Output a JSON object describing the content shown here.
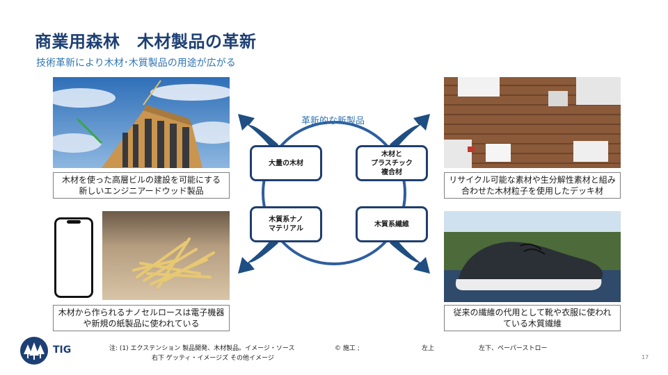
{
  "header": {
    "title": "商業用森林　木材製品の革新",
    "subtitle": "技術革新により木材･木質製品の用途が広がる"
  },
  "center": {
    "label": "革新的な新製品",
    "nodes": [
      {
        "text": "大量の木材"
      },
      {
        "text": "木材と\nプラスチック\n複合材"
      },
      {
        "text": "木質系ナノ\nマテリアル"
      },
      {
        "text": "木質系繊維"
      }
    ]
  },
  "panels": {
    "top_left": {
      "caption": "木材を使った高層ビルの建設を可能にする\n新しいエンジニアードウッド製品"
    },
    "top_right": {
      "caption": "リサイクル可能な素材や生分解性素材と組み\n合わせた木材粒子を使用したデッキ材"
    },
    "bottom_left": {
      "caption": "木材から作られるナノセルロースは電子機器\nや新規の紙製品に使われている"
    },
    "bottom_right": {
      "caption": "従来の繊維の代用として靴や衣服に使われ\nている木質繊維"
    }
  },
  "footer": {
    "logo_text": "TIG",
    "note_line1": "注: (1) エクステンション 製品開発、木材製品。イメージ・ソース",
    "note_credit": "© 施工 ;",
    "note_top_right": "左上",
    "note_bottom_left": "左下、ペーパーストロー",
    "note_line2": "右下  ゲッティ・イメージズ その他イメージ",
    "page_number": "17"
  },
  "colors": {
    "title": "#1d3f73",
    "subtitle": "#2f75b5",
    "node_border": "#1f3e6e",
    "arrow": "#1f4e82",
    "circle": "#2e5e9e"
  }
}
